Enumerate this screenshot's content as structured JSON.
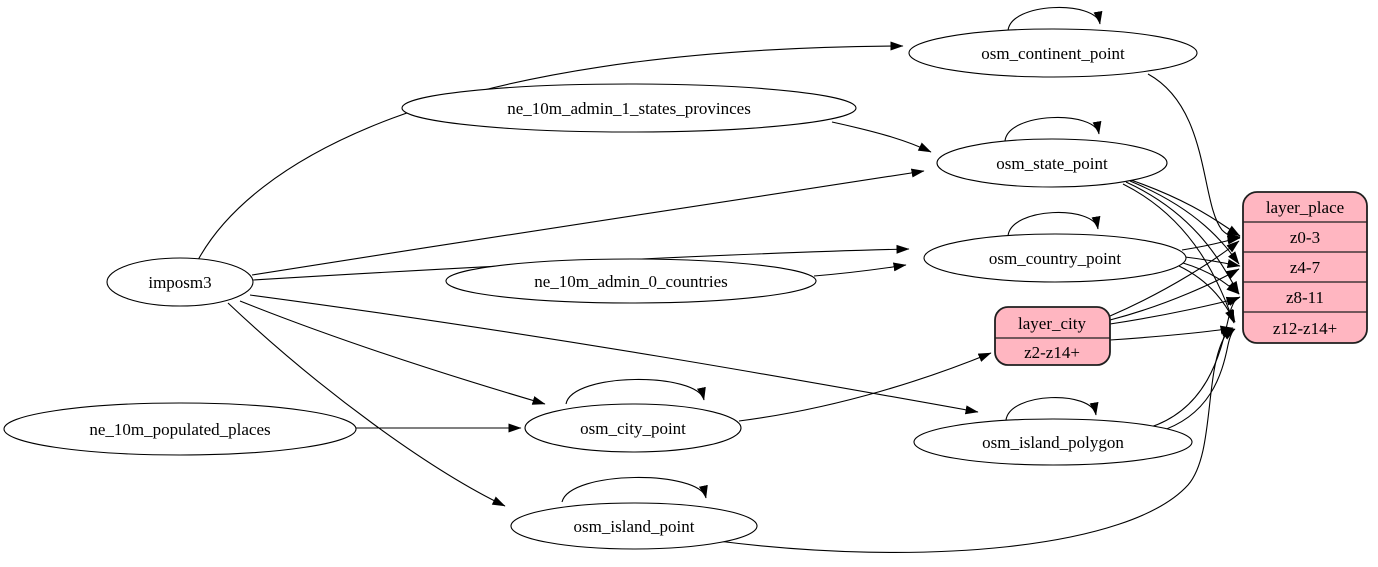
{
  "diagram": {
    "type": "graphviz-etl-graph",
    "colors": {
      "record_fill": "#ffb6c1",
      "node_fill": "#ffffff",
      "stroke": "#000000"
    },
    "nodes": {
      "imposm3": {
        "label": "imposm3"
      },
      "ne_10m_populated_places": {
        "label": "ne_10m_populated_places"
      },
      "ne_10m_admin_1_states_provinces": {
        "label": "ne_10m_admin_1_states_provinces"
      },
      "ne_10m_admin_0_countries": {
        "label": "ne_10m_admin_0_countries"
      },
      "osm_continent_point": {
        "label": "osm_continent_point"
      },
      "osm_state_point": {
        "label": "osm_state_point"
      },
      "osm_country_point": {
        "label": "osm_country_point"
      },
      "osm_city_point": {
        "label": "osm_city_point"
      },
      "osm_island_point": {
        "label": "osm_island_point"
      },
      "osm_island_polygon": {
        "label": "osm_island_polygon"
      },
      "layer_city": {
        "title": "layer_city",
        "rows": [
          "z2-z14+"
        ]
      },
      "layer_place": {
        "title": "layer_place",
        "rows": [
          "z0-3",
          "z4-7",
          "z8-11",
          "z12-z14+"
        ]
      }
    },
    "edges": [
      {
        "from": "imposm3",
        "to": "osm_continent_point"
      },
      {
        "from": "imposm3",
        "to": "osm_state_point"
      },
      {
        "from": "imposm3",
        "to": "osm_country_point"
      },
      {
        "from": "imposm3",
        "to": "osm_city_point"
      },
      {
        "from": "imposm3",
        "to": "osm_island_point"
      },
      {
        "from": "imposm3",
        "to": "osm_island_polygon"
      },
      {
        "from": "ne_10m_admin_1_states_provinces",
        "to": "osm_state_point"
      },
      {
        "from": "ne_10m_admin_0_countries",
        "to": "osm_country_point"
      },
      {
        "from": "ne_10m_populated_places",
        "to": "osm_city_point"
      },
      {
        "from": "osm_continent_point",
        "to": "osm_continent_point"
      },
      {
        "from": "osm_state_point",
        "to": "osm_state_point"
      },
      {
        "from": "osm_country_point",
        "to": "osm_country_point"
      },
      {
        "from": "osm_city_point",
        "to": "osm_city_point"
      },
      {
        "from": "osm_island_point",
        "to": "osm_island_point"
      },
      {
        "from": "osm_island_polygon",
        "to": "osm_island_polygon"
      },
      {
        "from": "osm_city_point",
        "to": "layer_city:z2-z14+"
      },
      {
        "from": "osm_continent_point",
        "to": "layer_place:z0-3"
      },
      {
        "from": "osm_state_point",
        "to": "layer_place:z0-3"
      },
      {
        "from": "osm_state_point",
        "to": "layer_place:z4-7"
      },
      {
        "from": "osm_state_point",
        "to": "layer_place:z8-11"
      },
      {
        "from": "osm_state_point",
        "to": "layer_place:z12-z14+"
      },
      {
        "from": "osm_country_point",
        "to": "layer_place:z0-3"
      },
      {
        "from": "osm_country_point",
        "to": "layer_place:z4-7"
      },
      {
        "from": "osm_country_point",
        "to": "layer_place:z8-11"
      },
      {
        "from": "osm_country_point",
        "to": "layer_place:z12-z14+"
      },
      {
        "from": "layer_city",
        "to": "layer_place:z0-3"
      },
      {
        "from": "layer_city",
        "to": "layer_place:z4-7"
      },
      {
        "from": "layer_city",
        "to": "layer_place:z8-11"
      },
      {
        "from": "layer_city",
        "to": "layer_place:z12-z14+"
      },
      {
        "from": "osm_island_polygon",
        "to": "layer_place:z8-11"
      },
      {
        "from": "osm_island_polygon",
        "to": "layer_place:z12-z14+"
      },
      {
        "from": "osm_island_point",
        "to": "layer_place:z12-z14+"
      }
    ]
  }
}
